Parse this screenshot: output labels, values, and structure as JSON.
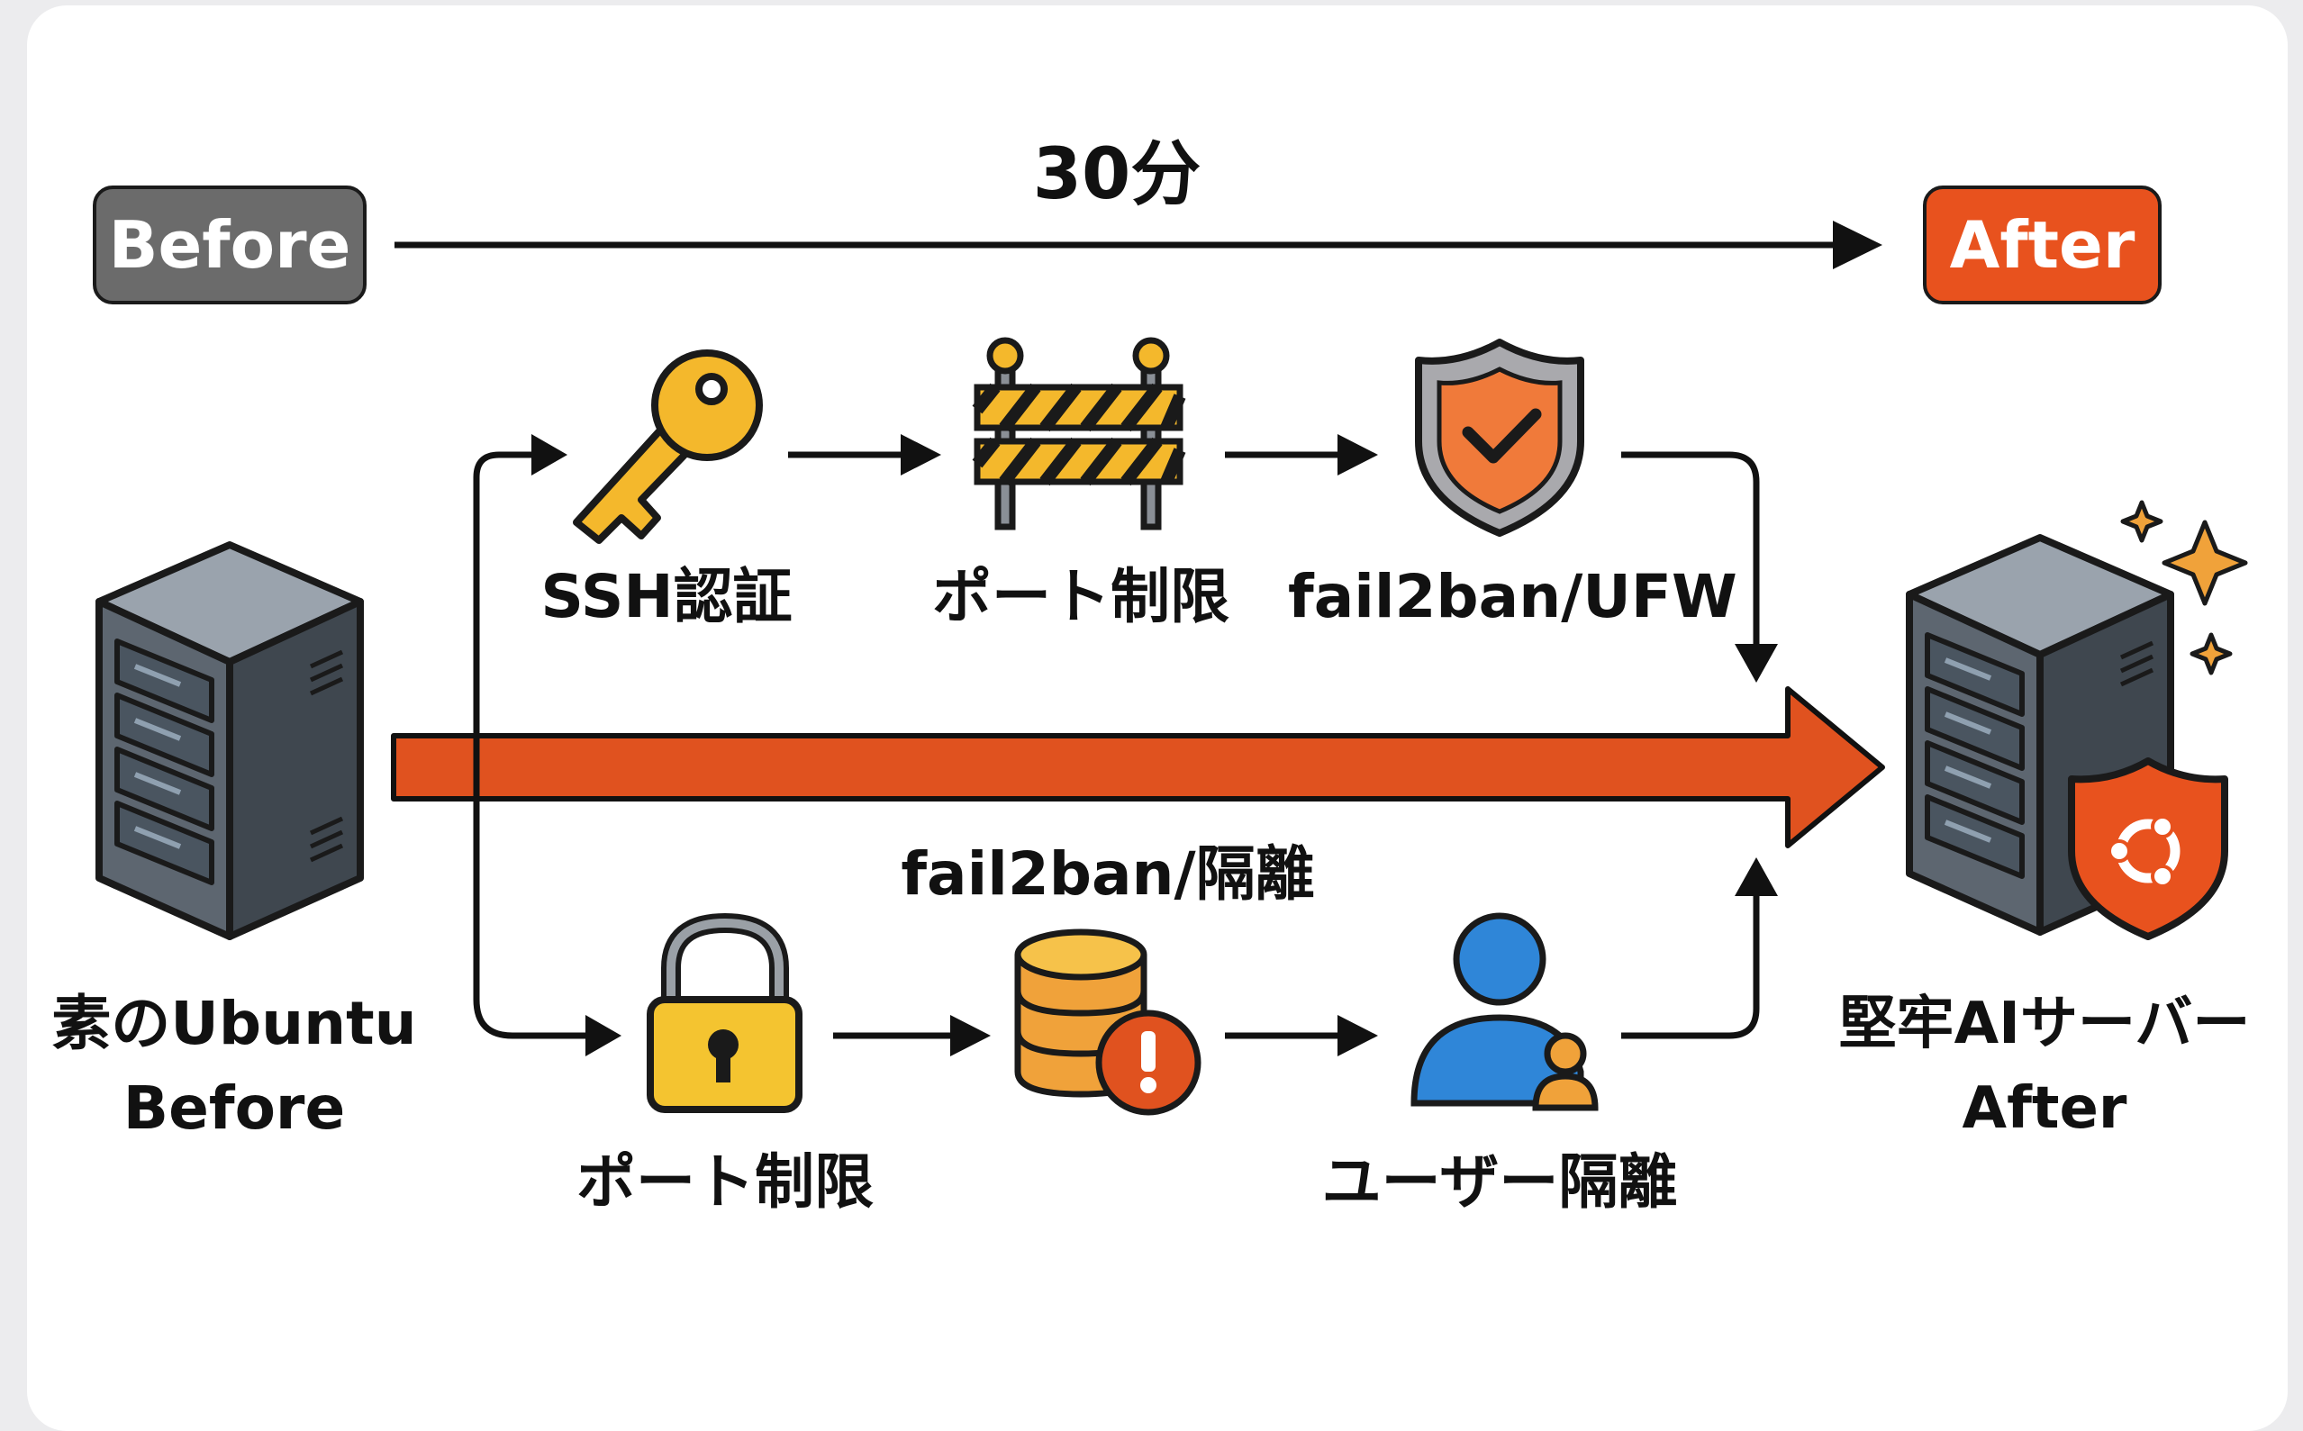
{
  "before_badge": "Before",
  "after_badge": "After",
  "duration": "30分",
  "top_steps": [
    "SSH認証",
    "ポート制限",
    "fail2ban/UFW"
  ],
  "bottom_steps": [
    "ポート制限",
    "fail2ban/隔離",
    "ユーザー隔離"
  ],
  "source_server": {
    "line1": "素のUbuntu",
    "line2": "Before"
  },
  "target_server": {
    "line1": "堅牢AIサーバー",
    "line2": "After"
  },
  "colors": {
    "before_badge": "#6b6b6b",
    "after_badge": "#e8521e",
    "main_arrow": "#e0521f",
    "key": "#f4b82c",
    "lock": "#f4c430",
    "shield": "#f07a3a",
    "user": "#2f86d8",
    "server": "#5d6670"
  },
  "icons": [
    "key-icon",
    "barricade-icon",
    "shield-check-icon",
    "padlock-icon",
    "database-alert-icon",
    "user-group-icon",
    "server-icon",
    "ubuntu-shield-icon",
    "sparkle-icon"
  ]
}
